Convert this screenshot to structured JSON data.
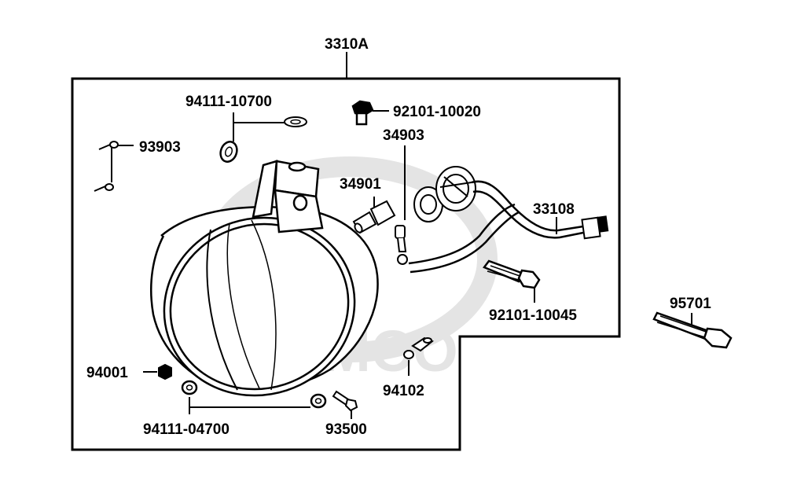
{
  "watermark": {
    "brand": "KYMCO",
    "color": "#e4e4e4"
  },
  "colors": {
    "line": "#000000",
    "background": "#ffffff"
  },
  "labels": {
    "assembly": "3310A",
    "washer_top": "94111-10700",
    "screw_small": "93903",
    "bolt_top": "92101-10020",
    "bulb_small": "34903",
    "bulb_main": "34901",
    "harness": "33108",
    "bolt_mount": "92101-10045",
    "bolt_external": "95701",
    "nut": "94001",
    "washer_bottom": "94111-04700",
    "washer_clip": "94102",
    "screw_adjust": "93500"
  }
}
